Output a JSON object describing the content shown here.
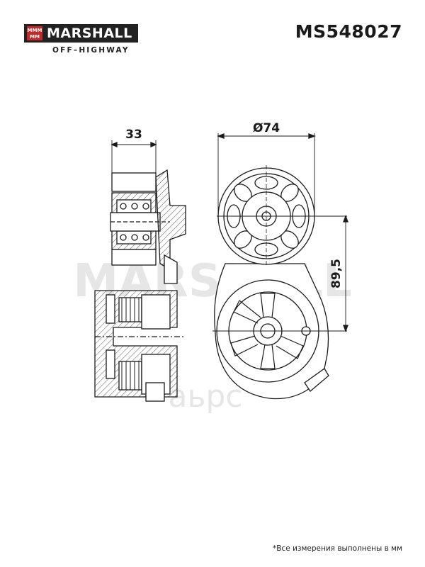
{
  "brand": {
    "logo_mark": "МММ",
    "name": "MARSHALL",
    "subtitle": "OFF–HIGHWAY",
    "watermark_1": "MARSHALL",
    "watermark_2": "аьрс"
  },
  "part_number": "MS548027",
  "dimensions": {
    "width": "33",
    "diameter": "Ø74",
    "center_distance": "89,5"
  },
  "footnote": "*Все измерения выполнены в мм",
  "colors": {
    "line": "#1a1a1a",
    "hatch": "#555555",
    "watermark": "#e6e6e6",
    "logo_bg": "#222222"
  }
}
